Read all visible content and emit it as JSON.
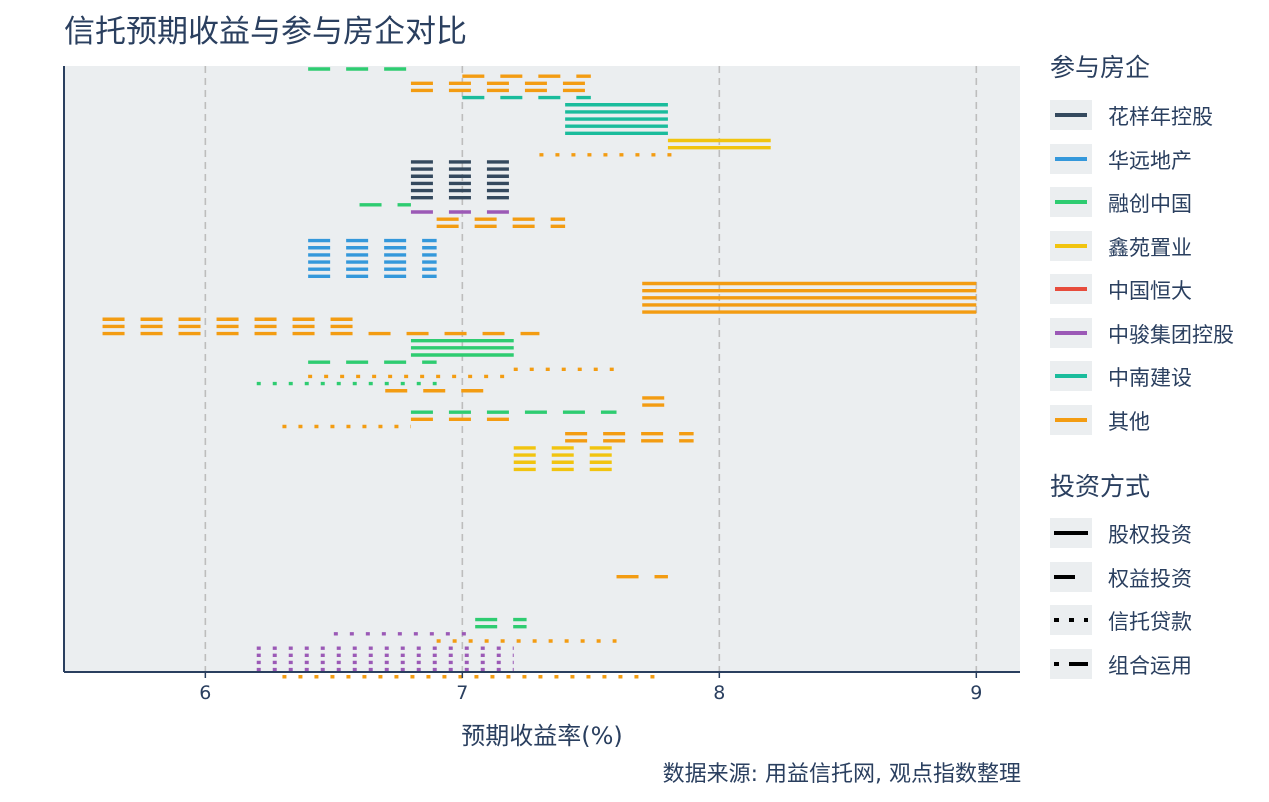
{
  "chart_data": {
    "type": "scatter",
    "title": "信托预期收益与参与房企对比",
    "xlabel": "预期收益率(%)",
    "source": "数据来源: 用益信托网, 观点指数整理",
    "xlim": [
      5.45,
      9.17
    ],
    "xticks": [
      6,
      7,
      8,
      9
    ],
    "grid": "vertical-dashed",
    "legend_position": "right",
    "legend": {
      "developer_title": "参与房企",
      "developers": [
        {
          "name": "花样年控股",
          "color": "#34495e"
        },
        {
          "name": "华远地产",
          "color": "#3498db"
        },
        {
          "name": "融创中国",
          "color": "#2ecc71"
        },
        {
          "name": "鑫苑置业",
          "color": "#f1c40f"
        },
        {
          "name": "中国恒大",
          "color": "#e74c3c"
        },
        {
          "name": "中骏集团控股",
          "color": "#9b59b6"
        },
        {
          "name": "中南建设",
          "color": "#1abc9c"
        },
        {
          "name": "其他",
          "color": "#f39c12"
        }
      ],
      "method_title": "投资方式",
      "methods": [
        {
          "name": "股权投资",
          "dash": "solid"
        },
        {
          "name": "权益投资",
          "dash": "dash"
        },
        {
          "name": "信托贷款",
          "dash": "dot"
        },
        {
          "name": "组合运用",
          "dash": "dashdot"
        }
      ]
    },
    "series": [
      {
        "developer": "融创中国",
        "method": "权益投资",
        "x_range": [
          6.4,
          6.8
        ],
        "rows": 1,
        "row_start": 0
      },
      {
        "developer": "其他",
        "method": "权益投资",
        "x_range": [
          7.0,
          7.5
        ],
        "rows": 1,
        "row_start": 1
      },
      {
        "developer": "其他",
        "method": "权益投资",
        "x_range": [
          6.8,
          7.5
        ],
        "rows": 2,
        "row_start": 2
      },
      {
        "developer": "中南建设",
        "method": "权益投资",
        "x_range": [
          7.0,
          7.5
        ],
        "rows": 1,
        "row_start": 4
      },
      {
        "developer": "中南建设",
        "method": "股权投资",
        "x_range": [
          7.4,
          7.8
        ],
        "rows": 5,
        "row_start": 5
      },
      {
        "developer": "鑫苑置业",
        "method": "股权投资",
        "x_range": [
          7.8,
          8.2
        ],
        "rows": 2,
        "row_start": 10
      },
      {
        "developer": "其他",
        "method": "信托贷款",
        "x_range": [
          7.3,
          7.85
        ],
        "rows": 1,
        "row_start": 12
      },
      {
        "developer": "花样年控股",
        "method": "权益投资",
        "x_range": [
          6.8,
          7.2
        ],
        "rows": 6,
        "row_start": 13
      },
      {
        "developer": "融创中国",
        "method": "权益投资",
        "x_range": [
          6.6,
          6.8
        ],
        "rows": 1,
        "row_start": 19
      },
      {
        "developer": "中骏集团控股",
        "method": "权益投资",
        "x_range": [
          6.8,
          7.2
        ],
        "rows": 1,
        "row_start": 20
      },
      {
        "developer": "其他",
        "method": "权益投资",
        "x_range": [
          6.9,
          7.4
        ],
        "rows": 2,
        "row_start": 21
      },
      {
        "developer": "华远地产",
        "method": "权益投资",
        "x_range": [
          6.4,
          6.9
        ],
        "rows": 6,
        "row_start": 24
      },
      {
        "developer": "其他",
        "method": "股权投资",
        "x_range": [
          7.7,
          9.0
        ],
        "rows": 5,
        "row_start": 30
      },
      {
        "developer": "其他",
        "method": "权益投资",
        "x_range": [
          5.6,
          6.6
        ],
        "rows": 2,
        "row_start": 35
      },
      {
        "developer": "其他",
        "method": "权益投资",
        "x_range": [
          5.6,
          7.3
        ],
        "rows": 1,
        "row_start": 37
      },
      {
        "developer": "融创中国",
        "method": "股权投资",
        "x_range": [
          6.8,
          7.2
        ],
        "rows": 3,
        "row_start": 38
      },
      {
        "developer": "融创中国",
        "method": "权益投资",
        "x_range": [
          6.4,
          6.9
        ],
        "rows": 1,
        "row_start": 41
      },
      {
        "developer": "其他",
        "method": "信托贷款",
        "x_range": [
          7.2,
          7.6
        ],
        "rows": 1,
        "row_start": 42
      },
      {
        "developer": "其他",
        "method": "信托贷款",
        "x_range": [
          6.4,
          7.2
        ],
        "rows": 1,
        "row_start": 43
      },
      {
        "developer": "融创中国",
        "method": "信托贷款",
        "x_range": [
          6.2,
          6.9
        ],
        "rows": 1,
        "row_start": 44
      },
      {
        "developer": "其他",
        "method": "权益投资",
        "x_range": [
          6.7,
          7.1
        ],
        "rows": 1,
        "row_start": 45
      },
      {
        "developer": "其他",
        "method": "权益投资",
        "x_range": [
          7.7,
          7.8
        ],
        "rows": 2,
        "row_start": 46
      },
      {
        "developer": "融创中国",
        "method": "权益投资",
        "x_range": [
          6.8,
          7.6
        ],
        "rows": 1,
        "row_start": 48
      },
      {
        "developer": "其他",
        "method": "权益投资",
        "x_range": [
          6.8,
          7.2
        ],
        "rows": 1,
        "row_start": 49
      },
      {
        "developer": "其他",
        "method": "信托贷款",
        "x_range": [
          6.3,
          6.8
        ],
        "rows": 1,
        "row_start": 50
      },
      {
        "developer": "其他",
        "method": "权益投资",
        "x_range": [
          7.4,
          7.9
        ],
        "rows": 2,
        "row_start": 51
      },
      {
        "developer": "鑫苑置业",
        "method": "权益投资",
        "x_range": [
          7.2,
          7.6
        ],
        "rows": 4,
        "row_start": 53
      },
      {
        "developer": "其他",
        "method": "权益投资",
        "x_range": [
          7.6,
          7.8
        ],
        "rows": 1,
        "row_start": 71
      },
      {
        "developer": "融创中国",
        "method": "权益投资",
        "x_range": [
          7.05,
          7.25
        ],
        "rows": 2,
        "row_start": 77
      },
      {
        "developer": "中骏集团控股",
        "method": "信托贷款",
        "x_range": [
          6.5,
          7.05
        ],
        "rows": 1,
        "row_start": 79
      },
      {
        "developer": "其他",
        "method": "信托贷款",
        "x_range": [
          6.9,
          7.6
        ],
        "rows": 1,
        "row_start": 80
      },
      {
        "developer": "中骏集团控股",
        "method": "信托贷款",
        "x_range": [
          6.2,
          7.2
        ],
        "rows": 4,
        "row_start": 81
      },
      {
        "developer": "其他",
        "method": "信托贷款",
        "x_range": [
          6.3,
          7.75
        ],
        "rows": 1,
        "row_start": 85
      }
    ]
  }
}
